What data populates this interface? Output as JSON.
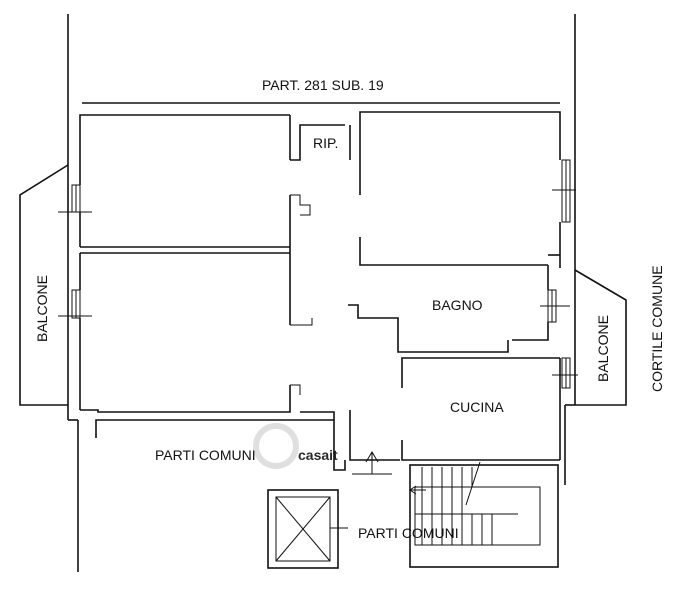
{
  "floorplan": {
    "title": "PART. 281 SUB.  19",
    "rooms": {
      "rip": "RIP.",
      "bagno": "BAGNO",
      "cucina": "CUCINA"
    },
    "balcone_left": "BALCONE",
    "balcone_right": "BALCONE",
    "cortile": "CORTILE COMUNE",
    "parti_comuni_left": "PARTI COMUNI",
    "parti_comuni_stair": "PARTI COMUNI"
  },
  "watermark": {
    "text": "casait"
  },
  "colors": {
    "line": "#111111",
    "background": "#ffffff",
    "watermark": "#d9d9d9"
  }
}
